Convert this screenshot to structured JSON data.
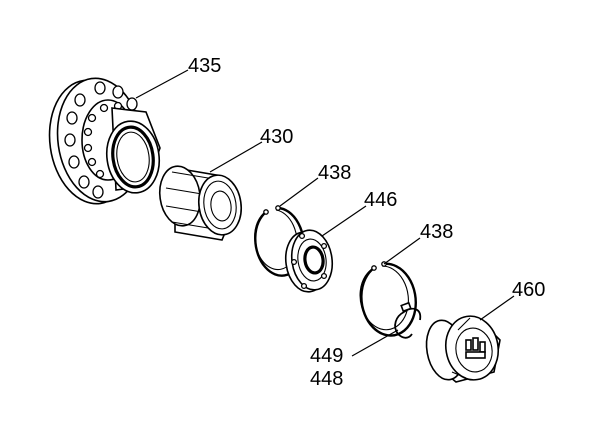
{
  "callouts": {
    "hub": "435",
    "bearing": "430",
    "circlip_upper": "438",
    "seal_ring": "446",
    "circlip_lower": "438",
    "hub_cap": "460",
    "clip_upper": "449",
    "clip_lower": "448"
  },
  "colors": {
    "line": "#000000",
    "background": "#ffffff"
  }
}
